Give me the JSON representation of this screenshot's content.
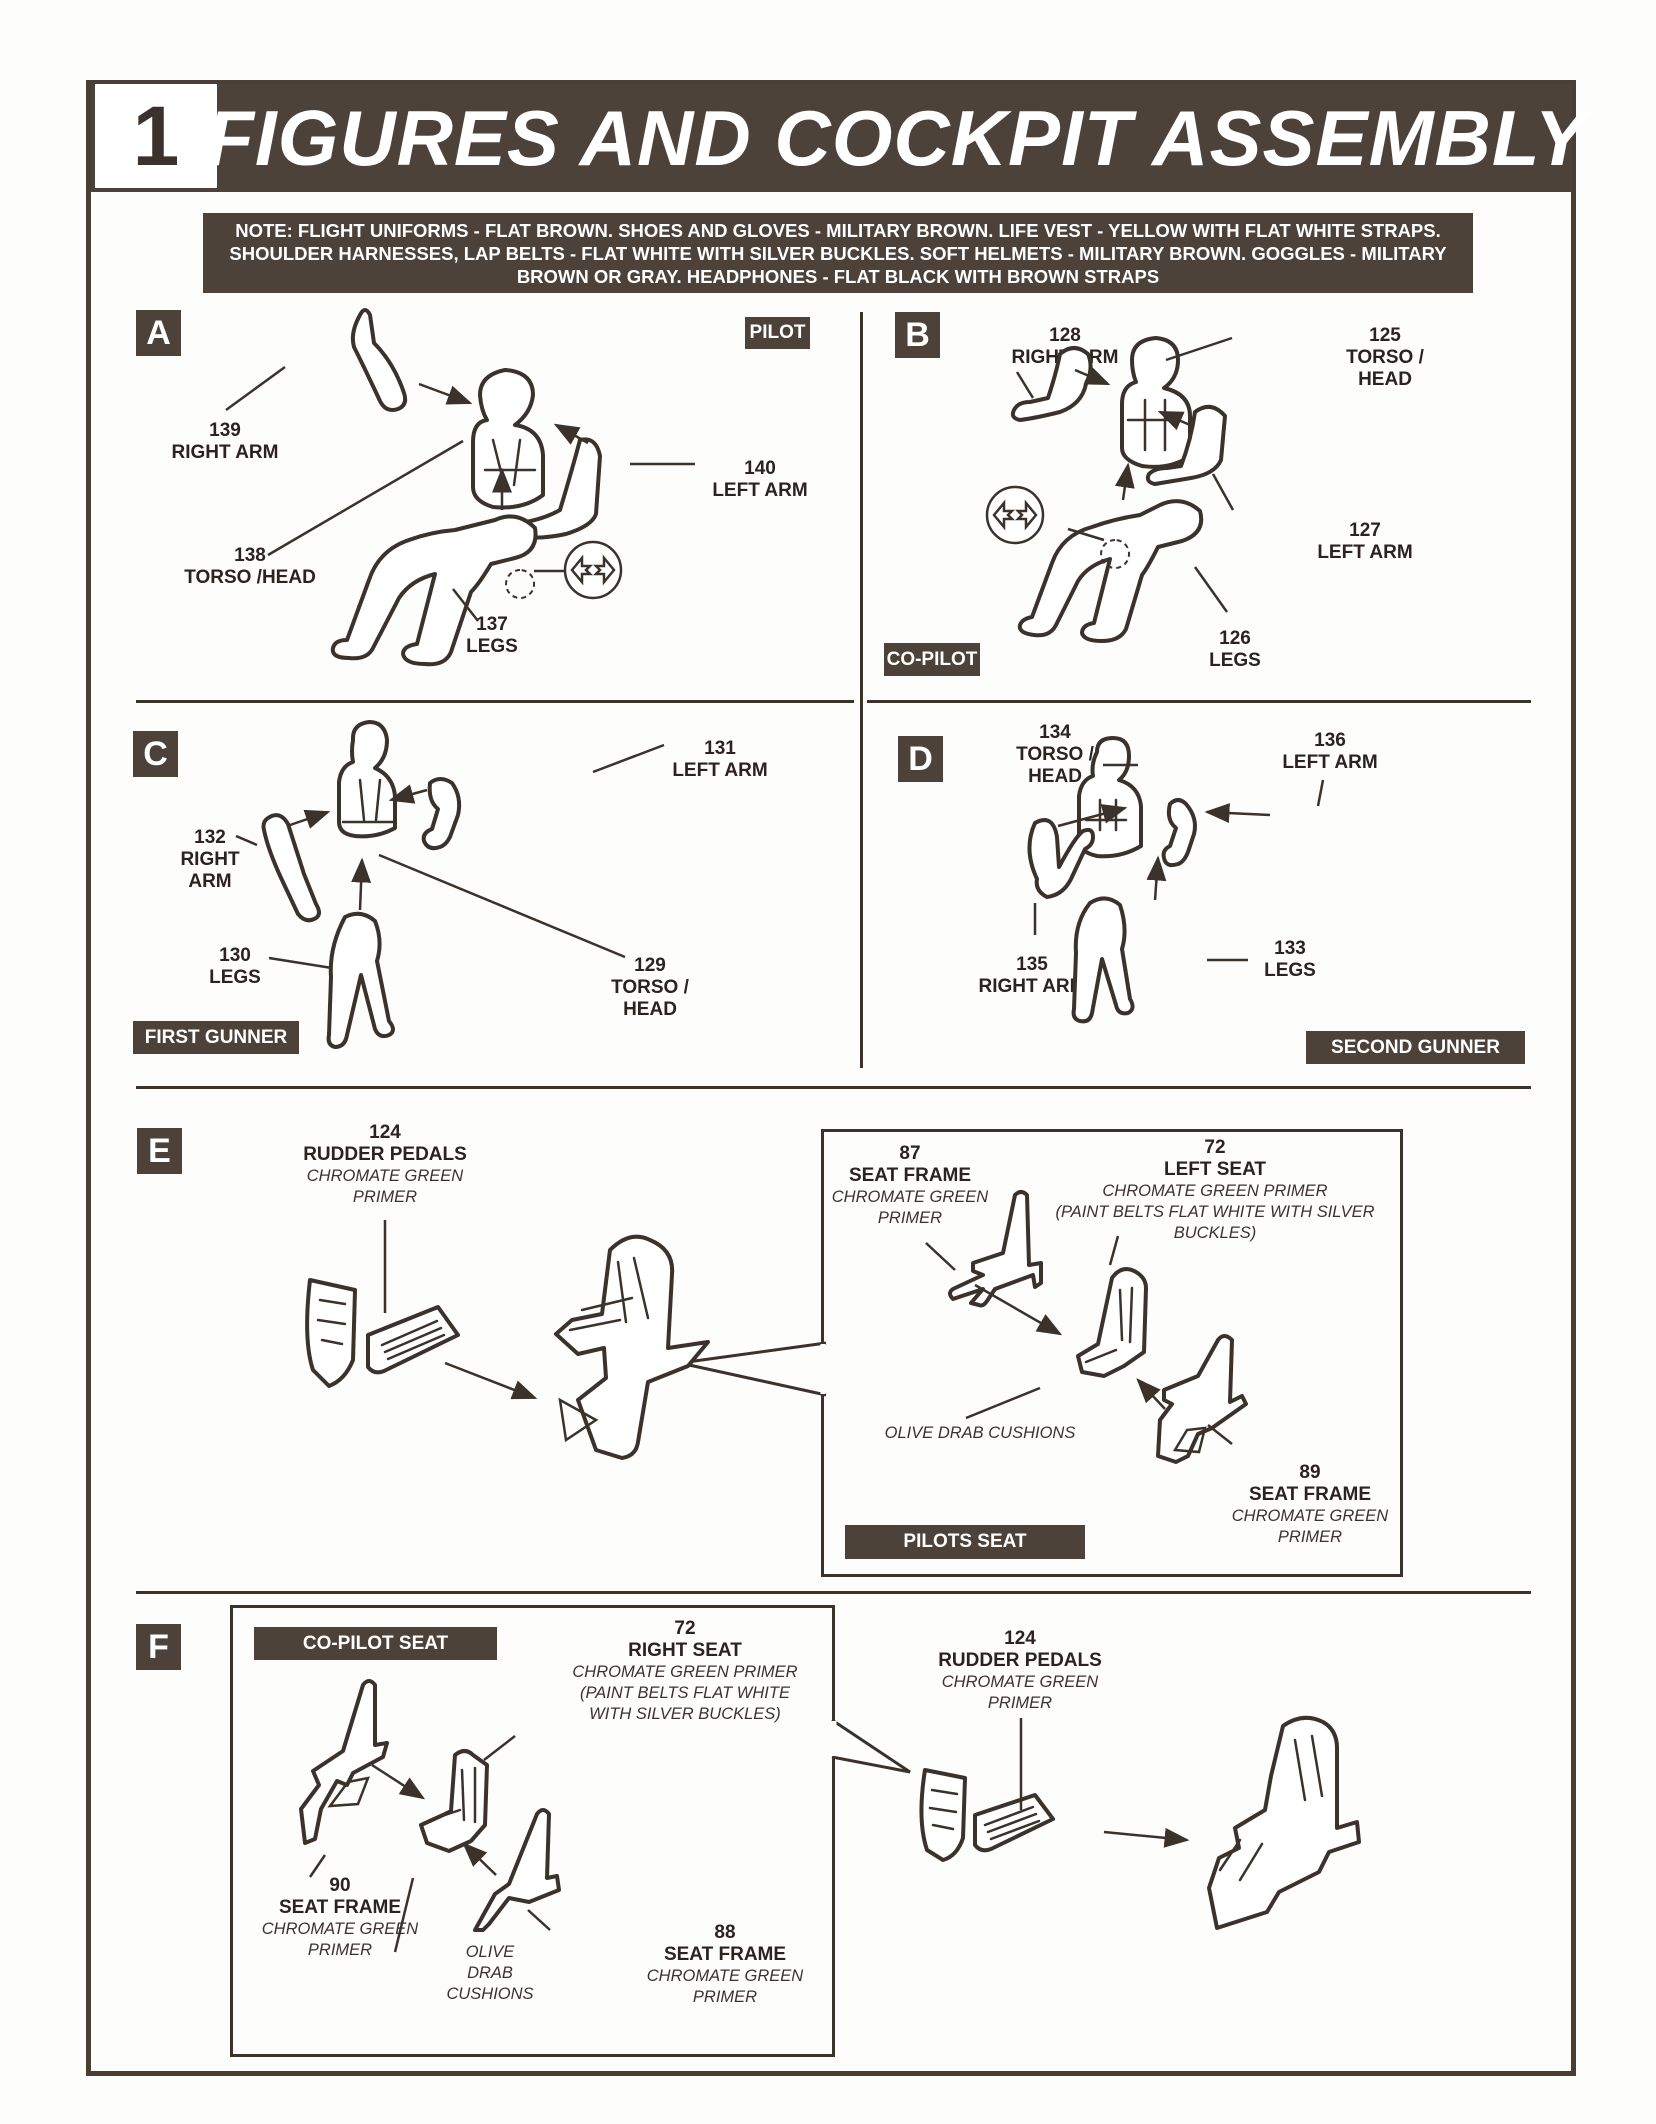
{
  "step_number": "1",
  "title": "FIGURES AND COCKPIT ASSEMBLY",
  "note": "NOTE:  FLIGHT UNIFORMS - FLAT BROWN. SHOES AND GLOVES - MILITARY BROWN.  LIFE VEST - YELLOW WITH FLAT WHITE STRAPS.  SHOULDER HARNESSES, LAP BELTS - FLAT WHITE WITH SILVER BUCKLES.  SOFT HELMETS - MILITARY BROWN. GOGGLES - MILITARY BROWN OR GRAY.  HEADPHONES - FLAT BLACK WITH BROWN STRAPS",
  "colors": {
    "brand": "#4d4239",
    "line": "#3b322c",
    "paper": "#fdfdfb"
  },
  "icons": {
    "glue": "do-not-glue-symbol-icon"
  },
  "panels": {
    "A": {
      "letter": "A",
      "tag": "PILOT",
      "parts": [
        {
          "num": "139",
          "name": "RIGHT ARM"
        },
        {
          "num": "140",
          "name": "LEFT ARM"
        },
        {
          "num": "138",
          "name": "TORSO /HEAD"
        },
        {
          "num": "137",
          "name": "LEGS"
        }
      ]
    },
    "B": {
      "letter": "B",
      "tag": "CO-PILOT",
      "parts": [
        {
          "num": "128",
          "name": "RIGHT ARM"
        },
        {
          "num": "125",
          "name1": "TORSO /",
          "name2": "HEAD"
        },
        {
          "num": "127",
          "name": "LEFT ARM"
        },
        {
          "num": "126",
          "name": "LEGS"
        }
      ]
    },
    "C": {
      "letter": "C",
      "tag": "FIRST GUNNER",
      "parts": [
        {
          "num": "131",
          "name": "LEFT ARM"
        },
        {
          "num": "132",
          "name1": "RIGHT",
          "name2": "ARM"
        },
        {
          "num": "130",
          "name": "LEGS"
        },
        {
          "num": "129",
          "name1": "TORSO /",
          "name2": "HEAD"
        }
      ]
    },
    "D": {
      "letter": "D",
      "tag": "SECOND GUNNER",
      "parts": [
        {
          "num": "134",
          "name1": "TORSO /",
          "name2": "HEAD"
        },
        {
          "num": "136",
          "name": "LEFT ARM"
        },
        {
          "num": "135",
          "name": "RIGHT ARM"
        },
        {
          "num": "133",
          "name": "LEGS"
        }
      ]
    },
    "E": {
      "letter": "E",
      "rudder": {
        "num": "124",
        "name": "RUDDER PEDALS",
        "paint1": "CHROMATE GREEN",
        "paint2": "PRIMER"
      },
      "inset": {
        "tag": "PILOTS SEAT",
        "frame87": {
          "num": "87",
          "name": "SEAT FRAME",
          "paint1": "CHROMATE GREEN",
          "paint2": "PRIMER"
        },
        "seat72": {
          "num": "72",
          "name": "LEFT SEAT",
          "paint1": "CHROMATE GREEN PRIMER",
          "paint2": "(PAINT BELTS FLAT WHITE WITH SILVER",
          "paint3": "BUCKLES)"
        },
        "cushions": "OLIVE DRAB CUSHIONS",
        "frame89": {
          "num": "89",
          "name": "SEAT FRAME",
          "paint1": "CHROMATE GREEN",
          "paint2": "PRIMER"
        }
      }
    },
    "F": {
      "letter": "F",
      "inset": {
        "tag": "CO-PILOT SEAT",
        "seat72": {
          "num": "72",
          "name": "RIGHT SEAT",
          "paint1": "CHROMATE GREEN PRIMER",
          "paint2": "(PAINT BELTS FLAT WHITE",
          "paint3": "WITH SILVER BUCKLES)"
        },
        "frame90": {
          "num": "90",
          "name": "SEAT FRAME",
          "paint1": "CHROMATE GREEN",
          "paint2": "PRIMER"
        },
        "cushions1": "OLIVE",
        "cushions2": "DRAB",
        "cushions3": "CUSHIONS",
        "frame88": {
          "num": "88",
          "name": "SEAT FRAME",
          "paint1": "CHROMATE GREEN",
          "paint2": "PRIMER"
        }
      },
      "rudder": {
        "num": "124",
        "name": "RUDDER PEDALS",
        "paint1": "CHROMATE GREEN",
        "paint2": "PRIMER"
      }
    }
  }
}
